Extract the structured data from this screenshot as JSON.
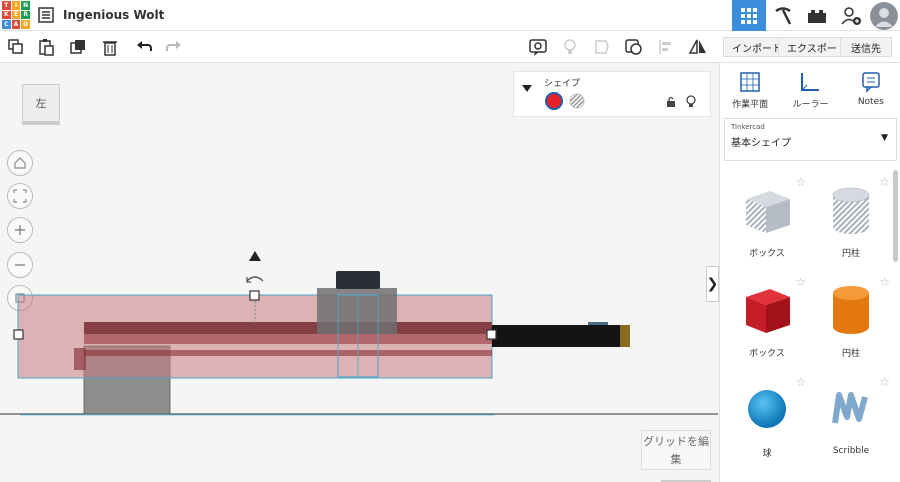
{
  "header": {
    "project_name": "Ingenious Wolt"
  },
  "logo": {
    "letters": [
      "T",
      "I",
      "N",
      "K",
      "E",
      "R",
      "C",
      "A",
      "D"
    ],
    "colors": [
      "#e0493a",
      "#f5a623",
      "#1b9f4f",
      "#e0493a",
      "#f5a623",
      "#1b9f4f",
      "#3c8ddc",
      "#e0493a",
      "#f5a623"
    ]
  },
  "toolbar": {
    "import_label": "インポート",
    "export_label": "エクスポート",
    "send_label": "送信先"
  },
  "viewcube": {
    "face_label": "左"
  },
  "shape_panel": {
    "title": "シェイプ",
    "solid_color": "#e8202a"
  },
  "grid_edit": {
    "line1": "グリッドを編",
    "line2": "集"
  },
  "right_panel": {
    "tools": [
      {
        "label": "作業平面",
        "icon": "workplane-icon"
      },
      {
        "label": "ルーラー",
        "icon": "ruler-icon"
      },
      {
        "label": "Notes",
        "icon": "notes-icon"
      }
    ],
    "library": {
      "source": "Tinkercad",
      "category": "基本シェイプ"
    },
    "shapes": [
      {
        "label": "ボックス"
      },
      {
        "label": "円柱"
      },
      {
        "label": "ボックス"
      },
      {
        "label": "円柱"
      },
      {
        "label": "球"
      },
      {
        "label": "Scribble"
      }
    ]
  }
}
